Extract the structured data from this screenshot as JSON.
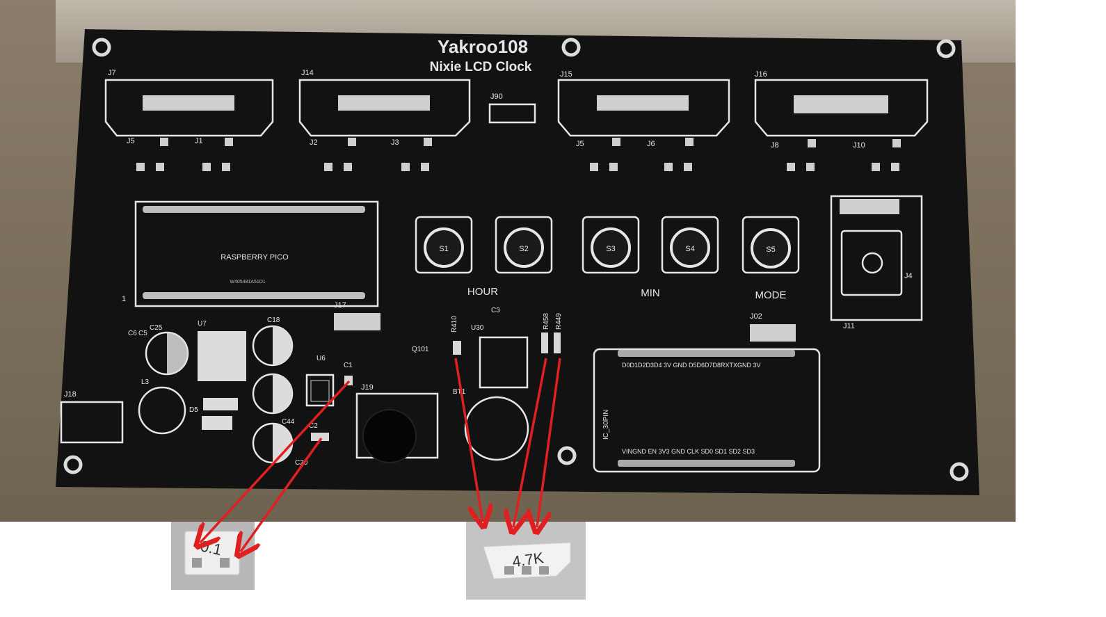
{
  "board": {
    "title": "Yakroo108",
    "subtitle": "Nixie LCD Clock",
    "mcu_label": "RASPBERRY PICO",
    "mcu_code": "W405481A51D1",
    "pin_one": "1",
    "connector_labels": [
      "J7",
      "J14",
      "J90",
      "J15",
      "J16",
      "J5",
      "J1",
      "J2",
      "J3",
      "J5",
      "J6",
      "J8",
      "J10",
      "J4",
      "J11",
      "J02",
      "J18",
      "J19",
      "J17"
    ],
    "button_labels": [
      "S1",
      "S2",
      "S3",
      "S4",
      "S5"
    ],
    "button_group_labels": [
      "HOUR",
      "MIN",
      "MODE"
    ],
    "component_labels": [
      "C6",
      "C5",
      "C25",
      "U7",
      "C18",
      "L3",
      "D5",
      "C44",
      "U6",
      "C1",
      "C2",
      "C3",
      "R410",
      "U30",
      "R458",
      "R449",
      "Q101",
      "BT1",
      "C20"
    ],
    "ic30_label": "IC_30PIN",
    "ic30_pins_top": "D0D1D2D3D4 3V GND D5D6D7D8RXTXGND 3V",
    "ic30_pins_bottom": "VINGND EN 3V3 GND CLK SD0 SD1 SD2 SD3"
  },
  "callouts": {
    "capacitor_value": "0.1",
    "resistor_value": "4.7K"
  },
  "colors": {
    "pcb": "#111111",
    "silkscreen": "#e6e6e6",
    "pad": "#c9c9c9",
    "arrow": "#e02020"
  }
}
